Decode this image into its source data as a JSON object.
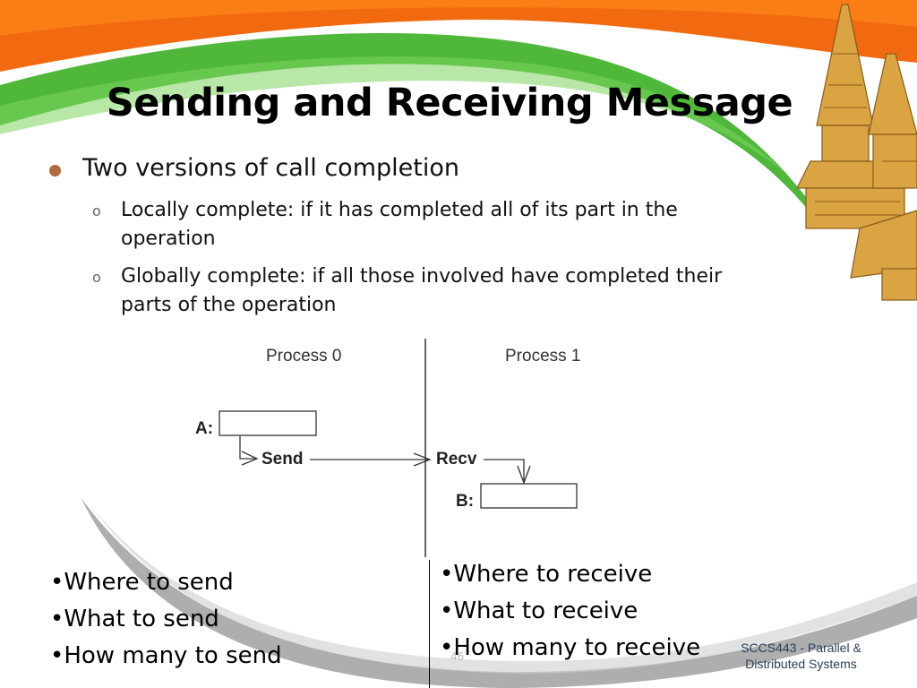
{
  "slide": {
    "title": "Sending and Receiving Message",
    "bullet": "Two versions of call completion",
    "sub_bullets": [
      {
        "marker": "o",
        "lines": [
          "Locally complete: if it has completed all of its part in the",
          "operation"
        ]
      },
      {
        "marker": "o",
        "lines": [
          "Globally complete: if all those involved have completed their",
          "parts of the operation"
        ]
      }
    ],
    "diagram": {
      "process0": "Process 0",
      "process1": "Process 1",
      "buffer_a": "A:",
      "buffer_b": "B:",
      "send": "Send",
      "recv": "Recv"
    },
    "left_column": [
      "•Where to send",
      "•What to send",
      "•How many to send"
    ],
    "right_column": [
      "•Where to receive",
      "•What to receive",
      "•How many to receive"
    ],
    "page_number": "46",
    "footer": [
      "SCCS443 - Parallel &",
      "Distributed Systems"
    ]
  },
  "colors": {
    "orange_band": "#f26a10",
    "green_band": "#4fb83a",
    "grey_swoosh": "#8a8a8a",
    "bullet_dot": "#b06b3b",
    "temple": "#d9a441"
  },
  "icons": [
    "temple-illustration"
  ]
}
